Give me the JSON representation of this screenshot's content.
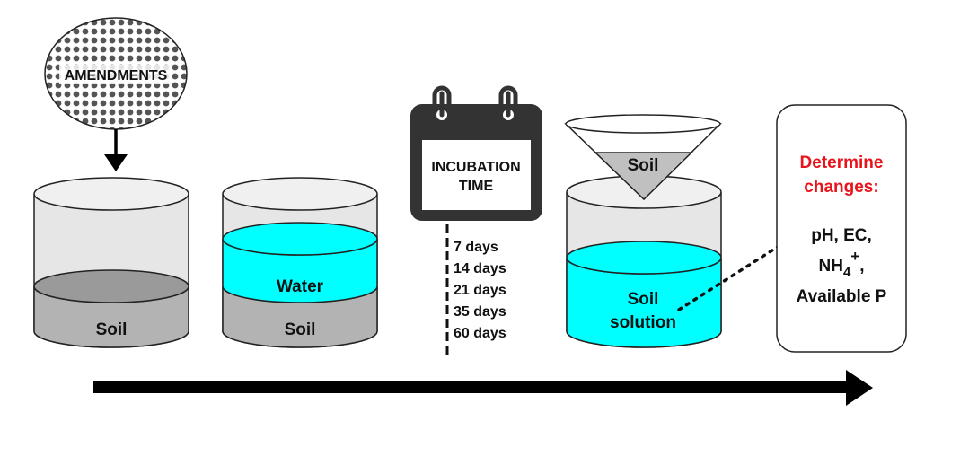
{
  "amendments": {
    "label": "AMENDMENTS"
  },
  "beaker1": {
    "label": "Soil"
  },
  "beaker2": {
    "water_label": "Water",
    "soil_label": "Soil"
  },
  "incubation": {
    "line1": "INCUBATION",
    "line2": "TIME",
    "days": [
      "7 days",
      "14 days",
      "21 days",
      "35 days",
      "60 days"
    ]
  },
  "funnel": {
    "label": "Soil"
  },
  "beaker3": {
    "line1": "Soil",
    "line2": "solution"
  },
  "results": {
    "title_line1": "Determine",
    "title_line2": "changes:",
    "item1": "pH, EC,",
    "item2_base": "NH",
    "item2_sub": "4",
    "item2_sup": "+",
    "item2_tail": ",",
    "item3": "Available P"
  },
  "colors": {
    "water": "#00ffff",
    "soil": "#b3b3b3",
    "soil_surface": "#9a9a9a",
    "beaker_body": "#e6e6e6",
    "title_red": "#e8141b",
    "calendar": "#333333"
  }
}
